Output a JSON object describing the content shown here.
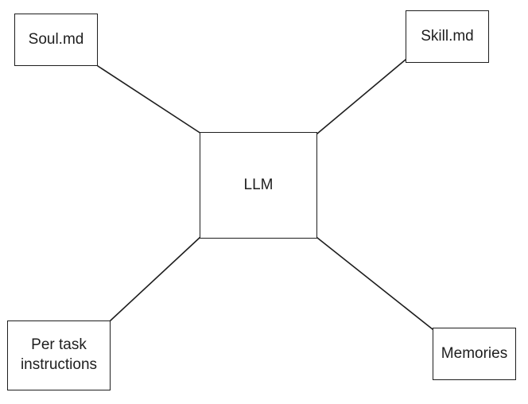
{
  "diagram": {
    "center": {
      "label": "LLM"
    },
    "nodes": [
      {
        "id": "soul",
        "label": "Soul.md"
      },
      {
        "id": "skill",
        "label": "Skill.md"
      },
      {
        "id": "per_task",
        "label": "Per task instructions"
      },
      {
        "id": "memories",
        "label": "Memories"
      }
    ],
    "edges": [
      {
        "from": "soul",
        "to": "llm"
      },
      {
        "from": "skill",
        "to": "llm"
      },
      {
        "from": "per_task",
        "to": "llm"
      },
      {
        "from": "memories",
        "to": "llm"
      }
    ],
    "colors": {
      "stroke": "#1e1e1e",
      "background": "#ffffff"
    }
  }
}
